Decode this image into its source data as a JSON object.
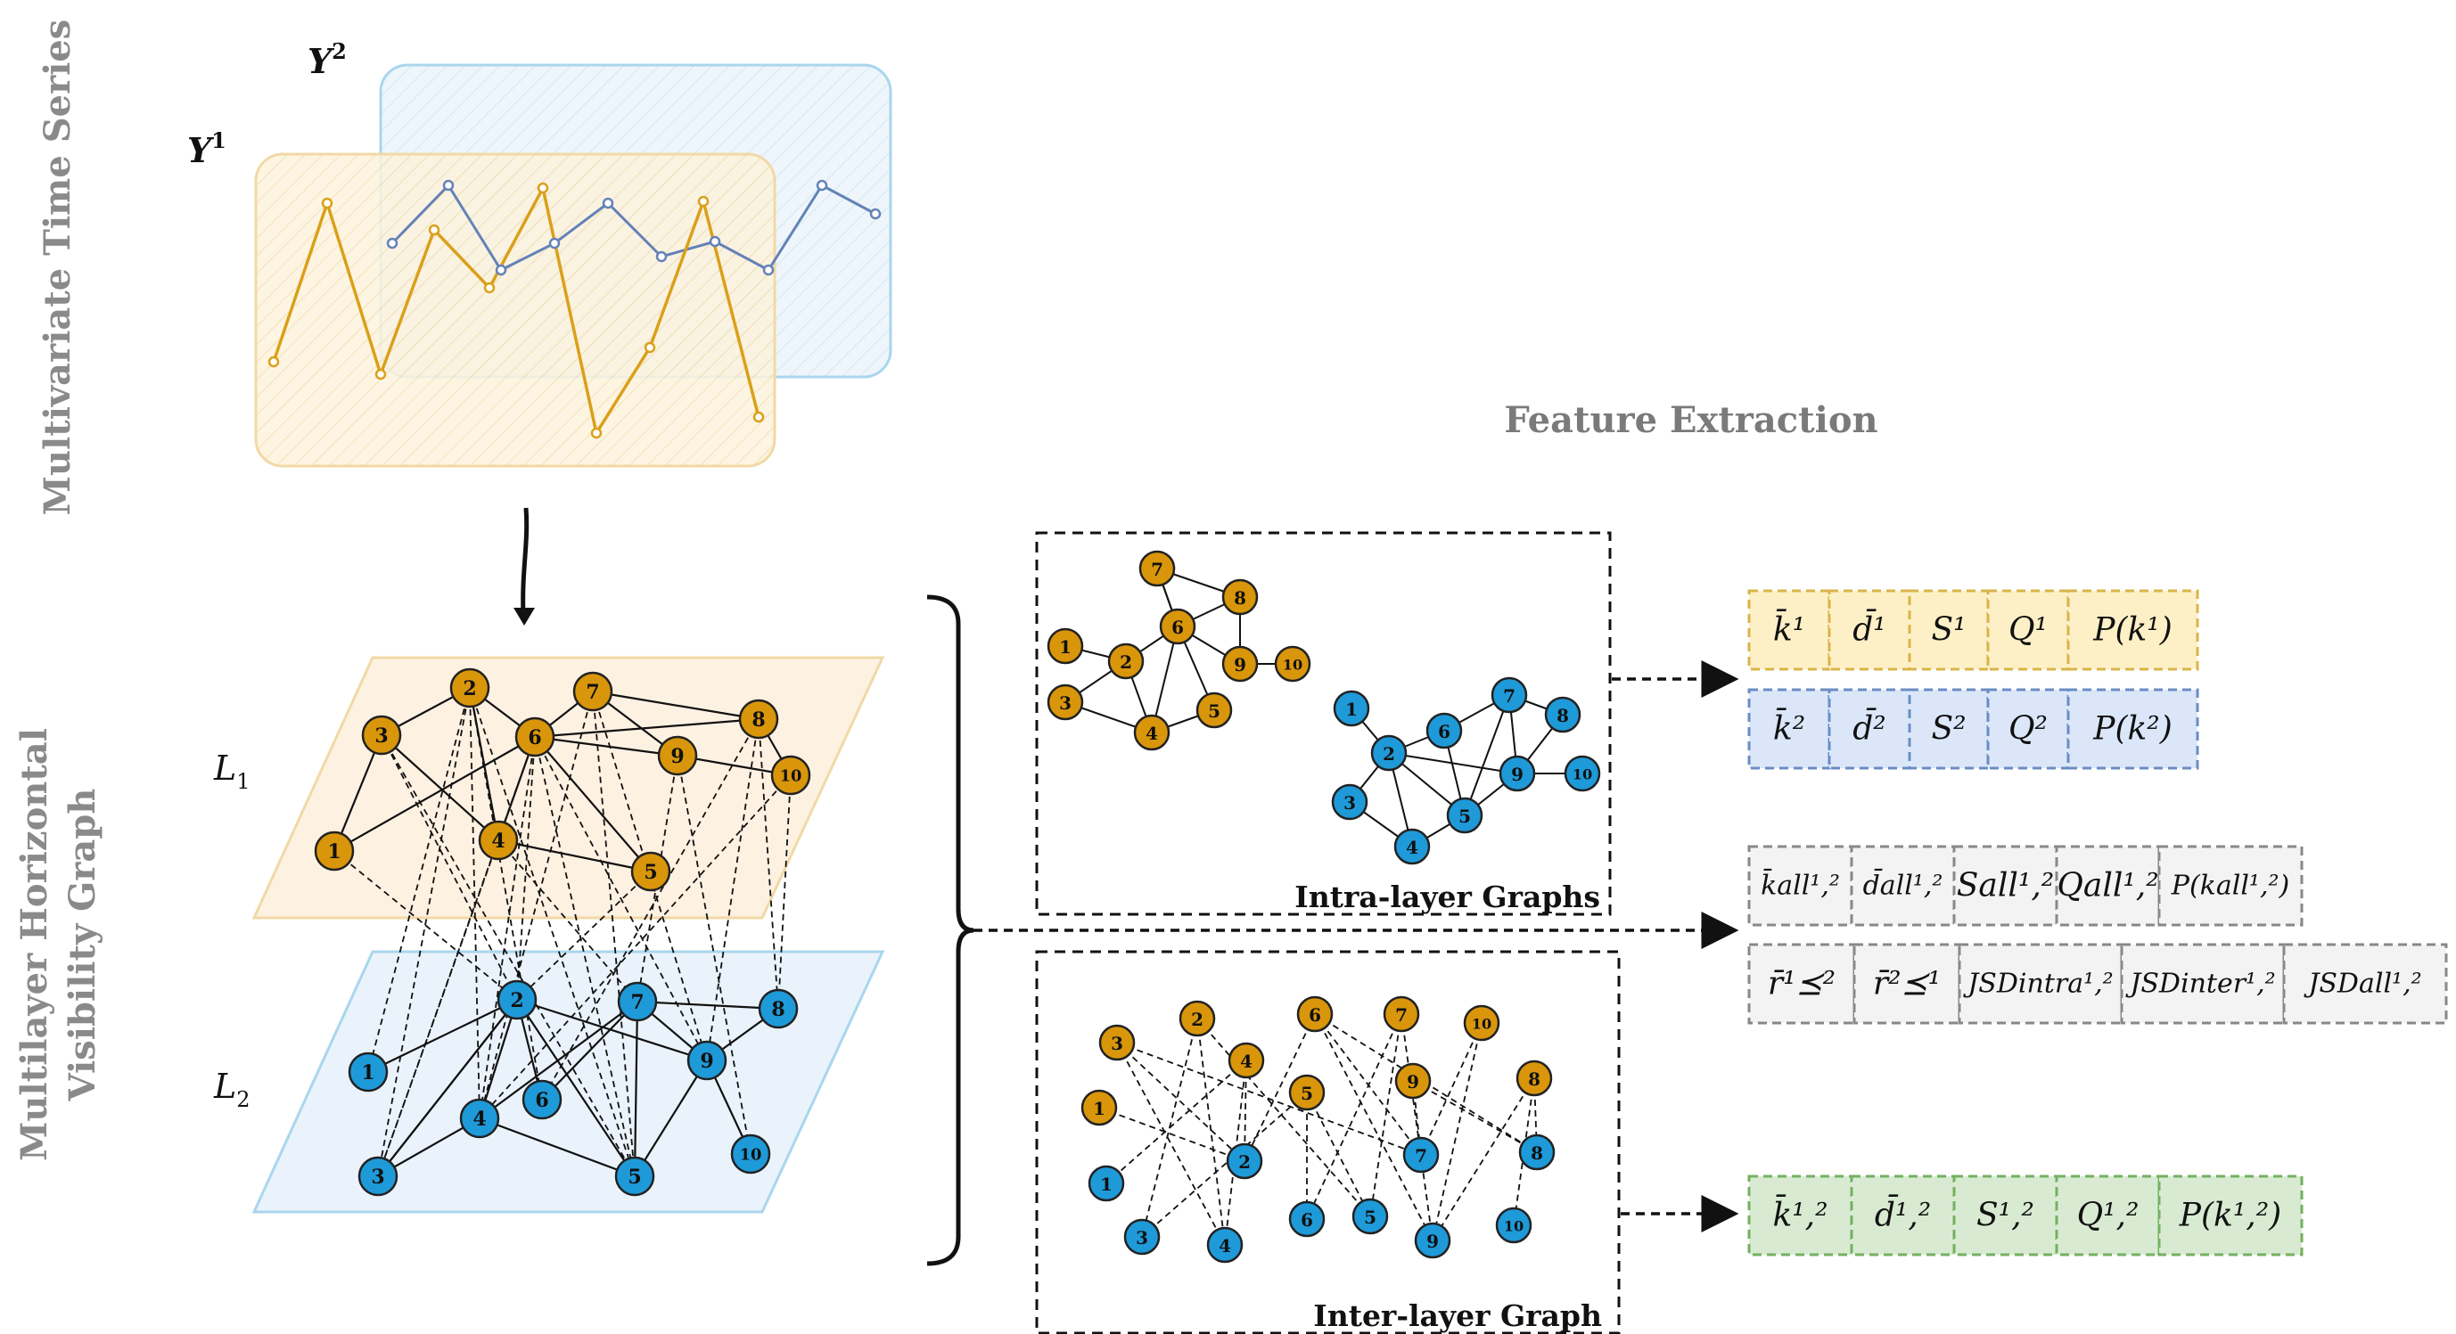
{
  "labels": {
    "time_series_side": "Multivariate Time Series",
    "graph_side_line1": "Multilayer Horizontal",
    "graph_side_line2": "Visibility Graph",
    "feature_extraction": "Feature Extraction",
    "intra_layer": "Intra-layer Graphs",
    "inter_layer": "Inter-layer Graph",
    "series_1": "Y",
    "series_1_sup": "1",
    "series_2": "Y",
    "series_2_sup": "2",
    "layer_1": "L",
    "layer_1_sub": "1",
    "layer_2": "L",
    "layer_2_sub": "2"
  },
  "colors": {
    "layer1_node": "#d9960b",
    "layer2_node": "#1f9ad9",
    "layer1_fill": "#fdf1e2",
    "layer2_fill": "#eaf3fb",
    "layer1_border": "#f1d9a6",
    "layer2_border": "#a9d6ee",
    "series1_line": "#daa01a",
    "series2_line": "#6482b8",
    "yellow_box_fill": "#fdf0c7",
    "yellow_box_border": "#d9b44a",
    "blue_box_fill": "#dbe7f8",
    "blue_box_border": "#6b8cc4",
    "gray_box_fill": "#f3f3f3",
    "gray_box_border": "#888888",
    "green_box_fill": "#d8ebd2",
    "green_box_border": "#74b060"
  },
  "node_ids": [
    "1",
    "2",
    "3",
    "4",
    "5",
    "6",
    "7",
    "8",
    "9",
    "10"
  ],
  "feature_rows": {
    "layer1": [
      "k̄¹",
      "d̄¹",
      "S¹",
      "Q¹",
      "P(k¹)"
    ],
    "layer2": [
      "k̄²",
      "d̄²",
      "S²",
      "Q²",
      "P(k²)"
    ],
    "all": [
      "k̄all¹,²",
      "d̄all¹,²",
      "Sall¹,²",
      "Qall¹,²",
      "P(kall¹,²)"
    ],
    "cross": [
      "r̄¹⪯²",
      "r̄²⪯¹",
      "JSDintra¹,²",
      "JSDinter¹,²",
      "JSDall¹,²"
    ],
    "inter": [
      "k̄¹,²",
      "d̄¹,²",
      "S¹,²",
      "Q¹,²",
      "P(k¹,²)"
    ]
  }
}
